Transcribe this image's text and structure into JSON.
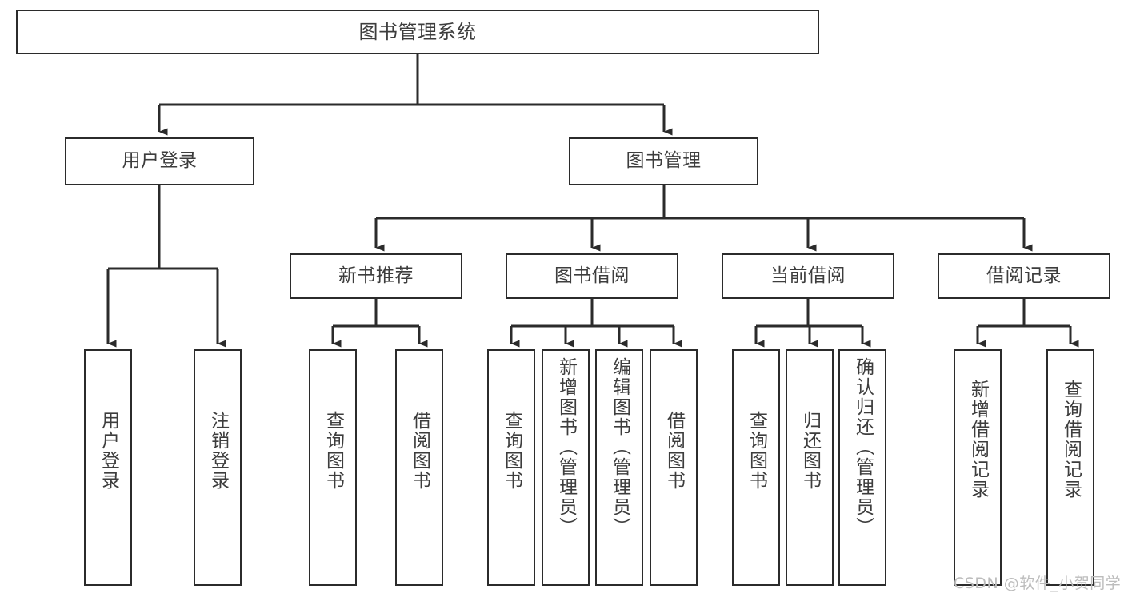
{
  "diagram": {
    "type": "tree",
    "title": "图书管理系统",
    "watermark": "CSDN @软件_小贺同学",
    "colors": {
      "box_border": "#2b2b2b",
      "box_fill": "#ffffff",
      "text": "#3d3d3d",
      "connector": "#2b2b2b",
      "background": "#ffffff",
      "watermark": "#bcbcbc"
    },
    "levels": {
      "root": "图书管理系统",
      "level2": [
        "用户登录",
        "图书管理"
      ],
      "level3": [
        "新书推荐",
        "图书借阅",
        "当前借阅",
        "借阅记录"
      ]
    },
    "nodes": {
      "root": {
        "label": "图书管理系统",
        "orientation": "horizontal"
      },
      "user_login": {
        "label": "用户登录",
        "orientation": "horizontal"
      },
      "book_manage": {
        "label": "图书管理",
        "orientation": "horizontal"
      },
      "new_book_rec": {
        "label": "新书推荐",
        "orientation": "horizontal"
      },
      "book_borrow": {
        "label": "图书借阅",
        "orientation": "horizontal"
      },
      "current_borrow": {
        "label": "当前借阅",
        "orientation": "horizontal"
      },
      "borrow_record": {
        "label": "借阅记录",
        "orientation": "horizontal"
      },
      "leaf_user_login": {
        "label": "用户登录",
        "orientation": "vertical"
      },
      "leaf_user_logout": {
        "label": "注销登录",
        "orientation": "vertical"
      },
      "leaf_query_book_1": {
        "label": "查询图书",
        "orientation": "vertical"
      },
      "leaf_borrow_book_1": {
        "label": "借阅图书",
        "orientation": "vertical"
      },
      "leaf_query_book_2": {
        "label": "查询图书",
        "orientation": "vertical"
      },
      "leaf_add_book": {
        "label": "新增图书（管理员）",
        "orientation": "vertical"
      },
      "leaf_edit_book": {
        "label": "编辑图书（管理员）",
        "orientation": "vertical"
      },
      "leaf_borrow_book_2": {
        "label": "借阅图书",
        "orientation": "vertical"
      },
      "leaf_query_book_3": {
        "label": "查询图书",
        "orientation": "vertical"
      },
      "leaf_return_book": {
        "label": "归还图书",
        "orientation": "vertical"
      },
      "leaf_confirm_return": {
        "label": "确认归还（管理员）",
        "orientation": "vertical"
      },
      "leaf_add_record": {
        "label": "新增借阅记录",
        "orientation": "vertical"
      },
      "leaf_query_record": {
        "label": "查询借阅记录",
        "orientation": "vertical"
      }
    },
    "edges": [
      {
        "from": "root",
        "to": "user_login"
      },
      {
        "from": "root",
        "to": "book_manage"
      },
      {
        "from": "user_login",
        "to": "leaf_user_login"
      },
      {
        "from": "user_login",
        "to": "leaf_user_logout"
      },
      {
        "from": "book_manage",
        "to": "new_book_rec"
      },
      {
        "from": "book_manage",
        "to": "book_borrow"
      },
      {
        "from": "book_manage",
        "to": "current_borrow"
      },
      {
        "from": "book_manage",
        "to": "borrow_record"
      },
      {
        "from": "new_book_rec",
        "to": "leaf_query_book_1"
      },
      {
        "from": "new_book_rec",
        "to": "leaf_borrow_book_1"
      },
      {
        "from": "book_borrow",
        "to": "leaf_query_book_2"
      },
      {
        "from": "book_borrow",
        "to": "leaf_add_book"
      },
      {
        "from": "book_borrow",
        "to": "leaf_edit_book"
      },
      {
        "from": "book_borrow",
        "to": "leaf_borrow_book_2"
      },
      {
        "from": "current_borrow",
        "to": "leaf_query_book_3"
      },
      {
        "from": "current_borrow",
        "to": "leaf_return_book"
      },
      {
        "from": "current_borrow",
        "to": "leaf_confirm_return"
      },
      {
        "from": "borrow_record",
        "to": "leaf_add_record"
      },
      {
        "from": "borrow_record",
        "to": "leaf_query_record"
      }
    ]
  }
}
